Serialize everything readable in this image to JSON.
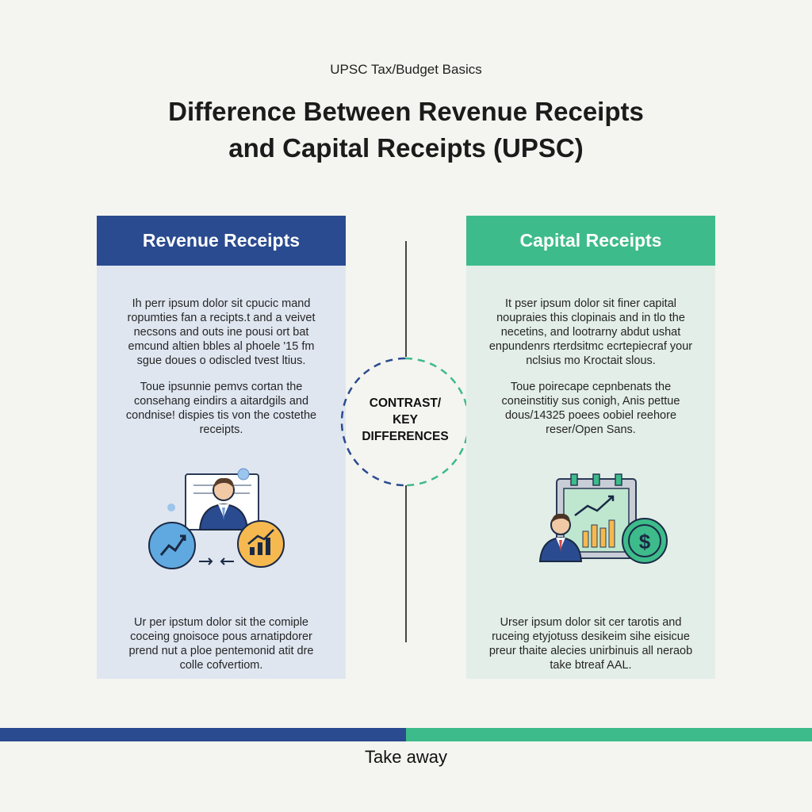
{
  "header": {
    "kicker": "UPSC Tax/Budget Basics",
    "title_line1": "Difference Between Revenue Receipts",
    "title_line2": "and Capital Receipts (UPSC)"
  },
  "left_panel": {
    "title": "Revenue Receipts",
    "para1": "Ih perr ipsum dolor sit cpucic mand ropumties fan a recipts.t and a veivet necsons and outs ine pousi ort bat emcund altien bbles al phoele '15 fm sgue doues o odiscled tvest ltius.",
    "para2": "Toue ipsunnie pemvs cortan the consehang eindirs a aitardgils and condnise! dispies tis von the costethe receipts.",
    "para3": "Ur per ipstum dolor sit the comiple coceing gnoisoce pous arnatipdorer prend nut a ploe pentemonid atit dre colle cofvertiom.",
    "accent": "#2a4b8f"
  },
  "right_panel": {
    "title": "Capital Receipts",
    "para1": "It pser ipsum dolor sit finer capital noupraies this clopinais and in tlo the necetins, and lootrarny abdut ushat enpundenrs rterdsitmc ecrtepiecraf your nclsius mo Kroctait slous.",
    "para2": "Toue poirecape cepnbenats the coneinstitiy sus conigh, Anis pettue dous/14325 poees oobiel reehore reser/Open Sans.",
    "para3": "Urser ipsum dolor sit cer tarotis and ruceing etyjotuss desikeim sihe eisicue preur thaite alecies unirbinuis all neraob take btreaf AAL.",
    "accent": "#3dbb8a"
  },
  "center": {
    "label_line1": "CONTRAST/",
    "label_line2": "KEY",
    "label_line3": "DIFFERENCES"
  },
  "footer": {
    "label": "Take away"
  },
  "icons": [
    "businessman-icon",
    "growth-chart-icon",
    "bar-chart-icon",
    "exchange-arrows-icon",
    "clipboard-chart-icon",
    "dollar-coin-icon"
  ]
}
